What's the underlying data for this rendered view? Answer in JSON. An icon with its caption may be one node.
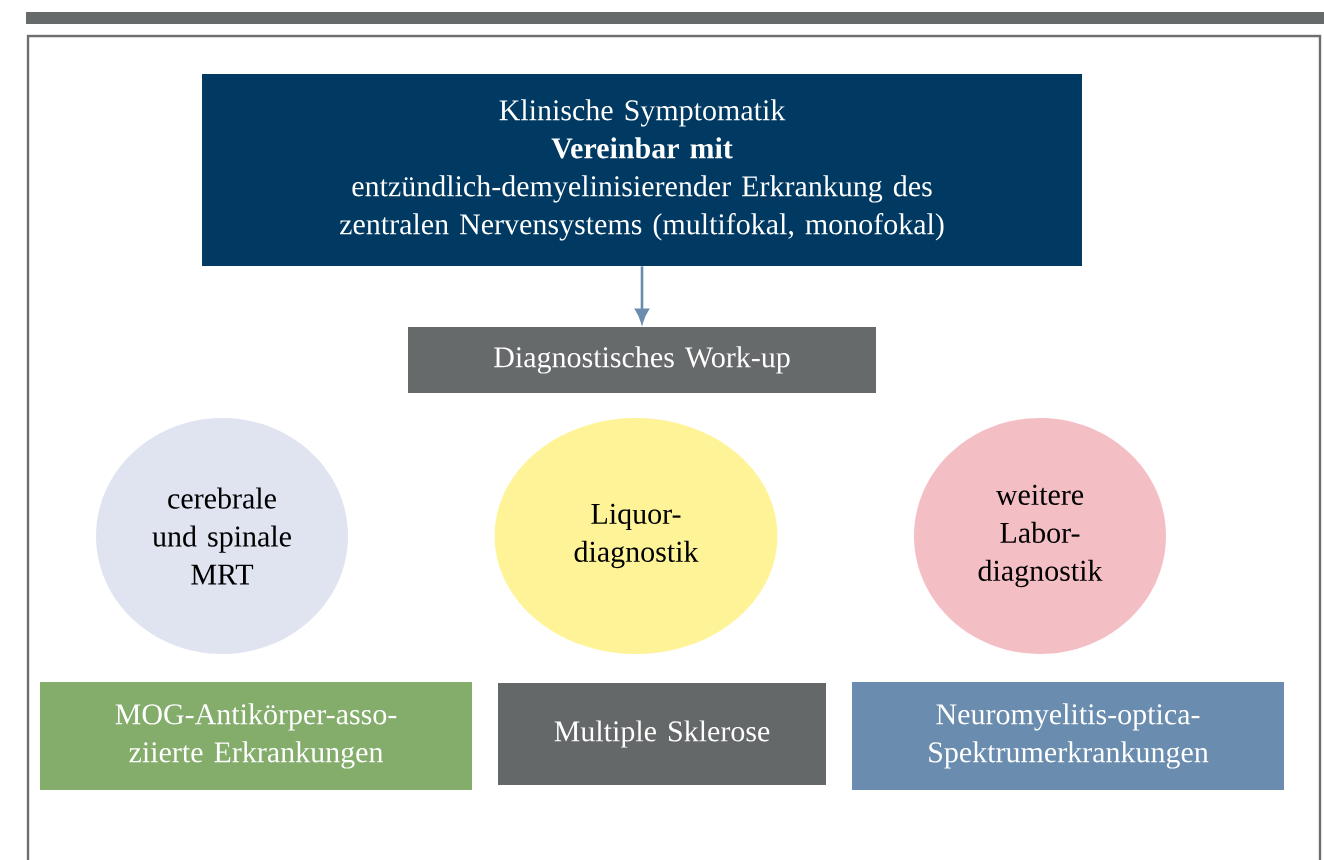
{
  "diagram": {
    "nodes": [
      {
        "text": [
          "Klinische Symptomatik",
          "Vereinbar mit",
          "entzündlich-demyelinisierender Erkrankung des zentralen Nervensystems (multifokal, monofokal)"
        ]
      },
      {
        "text": [
          "Diagnostisches Work-up"
        ]
      },
      {
        "text": [
          "cerebrale und spinale MRT"
        ]
      },
      {
        "text": [
          "Liquor- diagnostik"
        ]
      },
      {
        "text": [
          "weitere Labor- diagnostik"
        ]
      },
      {
        "text": [
          "MOG-Antikörper-asso- ziierte Erkrankungen"
        ]
      },
      {
        "text": [
          "Multiple Sklerose"
        ]
      },
      {
        "text": [
          "Neuromyelitis-optica- Spektrumerkrankungen"
        ]
      }
    ],
    "edges": [
      {
        "from": 0,
        "to": 1,
        "arrow": "to"
      }
    ]
  }
}
